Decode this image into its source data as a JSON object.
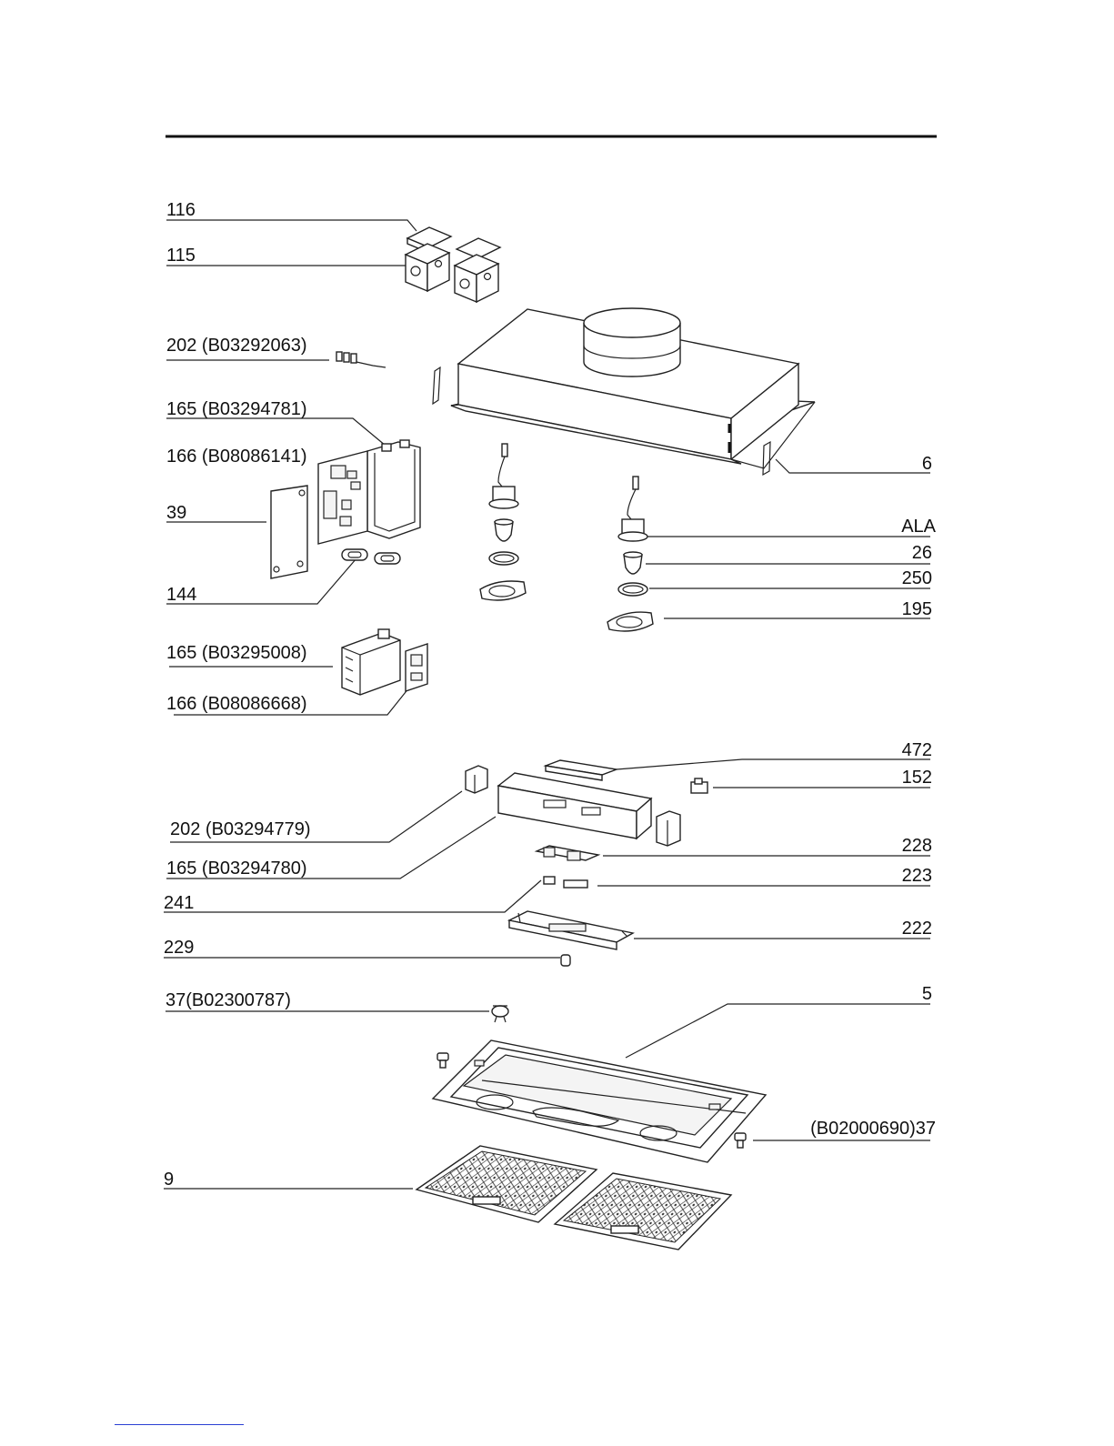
{
  "labels": {
    "l116": "116",
    "l115": "115",
    "l202a": "202 (B03292063)",
    "l165a": "165 (B03294781)",
    "l166a": "166 (B08086141)",
    "l39": "39",
    "l144": "144",
    "l165b": "165 (B03295008)",
    "l166b": "166 (B08086668)",
    "l202b": "202 (B03294779)",
    "l165c": "165 (B03294780)",
    "l241": "241",
    "l229": "229",
    "l37a": "37(B02300787)",
    "l9": "9",
    "l6": "6",
    "lALA": "ALA",
    "l26": "26",
    "l250": "250",
    "l195": "195",
    "l472": "472",
    "l152": "152",
    "l228": "228",
    "l223": "223",
    "l222": "222",
    "l5": "5",
    "l37b": "(B02000690)37"
  }
}
